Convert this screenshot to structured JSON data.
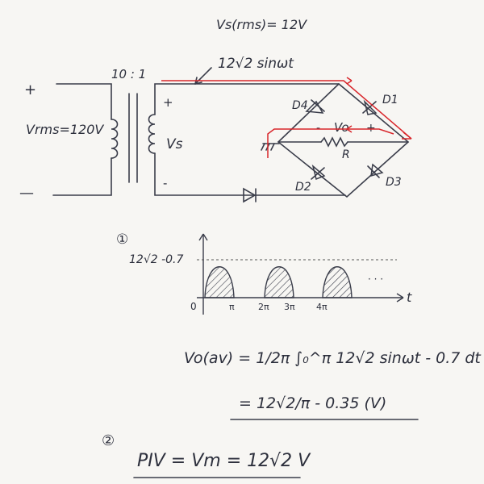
{
  "circuit": {
    "vs_rms_label": "Vs(rms)= 12V",
    "vs_peak_label": "12√2 sinωt",
    "turns_ratio": "10 : 1",
    "primary_plus": "+",
    "primary_minus": "—",
    "primary_label": "Vrms=120V",
    "secondary_plus": "+",
    "secondary_minus": "-",
    "secondary_label": "Vs",
    "d1": "D1",
    "d2": "D2",
    "d3": "D3",
    "d4": "D4",
    "vo_minus": "-",
    "vo_label": "Vo",
    "vo_plus": "+",
    "r_label": "R"
  },
  "graph": {
    "section_number": "①",
    "y_tick": "12√2 -0.7",
    "origin": "0",
    "x_ticks": [
      "π",
      "2π",
      "3π",
      "4π"
    ],
    "x_axis": "t",
    "ellipsis": "· · ·"
  },
  "equations": {
    "vo_av_line1": "Vo(av) = 1/2π ∫₀^π 12√2 sinωt - 0.7 dt",
    "vo_av_line2": "= 12√2/π - 0.35 (V)",
    "section2_number": "②",
    "piv": "PIV = Vm = 12√2 V"
  }
}
